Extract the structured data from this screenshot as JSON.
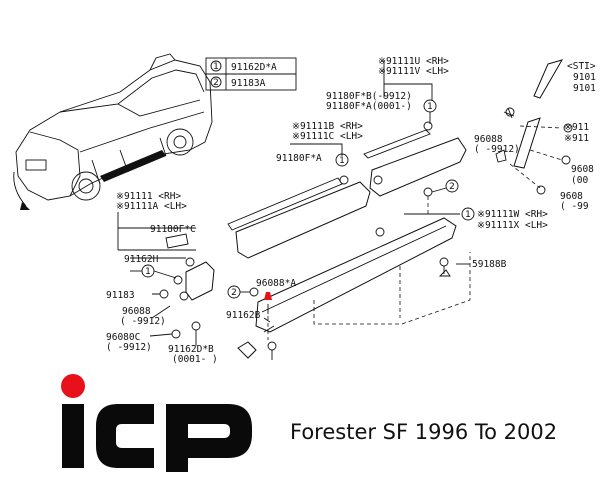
{
  "legend": {
    "items": [
      {
        "num": "1",
        "code": "91162D*A"
      },
      {
        "num": "2",
        "code": "91183A"
      }
    ]
  },
  "labels": {
    "p91111U": "※91111U <RH>",
    "p91111V": "※91111V <LH>",
    "p91180FB": "91180F*B(-9912)",
    "p91180FA0001": "91180F*A(0001-)",
    "p91111B": "※91111B <RH>",
    "p91111C": "※91111C <LH>",
    "p91180FA": "91180F*A",
    "p91111": "※91111 <RH>",
    "p91111A": "※91111A <LH>",
    "p91180FC": "91180F*C",
    "p91162H": "91162H",
    "p91183": "91183",
    "p96088L": "96088",
    "p9912L": "( -9912)",
    "p96080C": "96080C",
    "p9912C": "( -9912)",
    "p91162DB": "91162D*B",
    "p0001": "(0001- )",
    "p96088A": "96088*A",
    "p91162B": "91162B",
    "p91111W": "※91111W <RH>",
    "p91111X": "※91111X <LH>",
    "p59188B": "59188B",
    "pSTI": "<STI>",
    "p9101a": "9101",
    "p9101b": "9101",
    "p9111": "※911",
    "p9111b": "※911",
    "p96088R": "96088",
    "p9912R": "( -9912)",
    "p9608R": "9608",
    "p000R": "(00",
    "p99R": "( -99",
    "circle1": "1",
    "circle2": "2"
  },
  "logo": {
    "text": "iCP",
    "accent_color": "#e8101a",
    "letter_color": "#0a0a0a"
  },
  "subtitle": "Forester SF 1996 To 2002"
}
